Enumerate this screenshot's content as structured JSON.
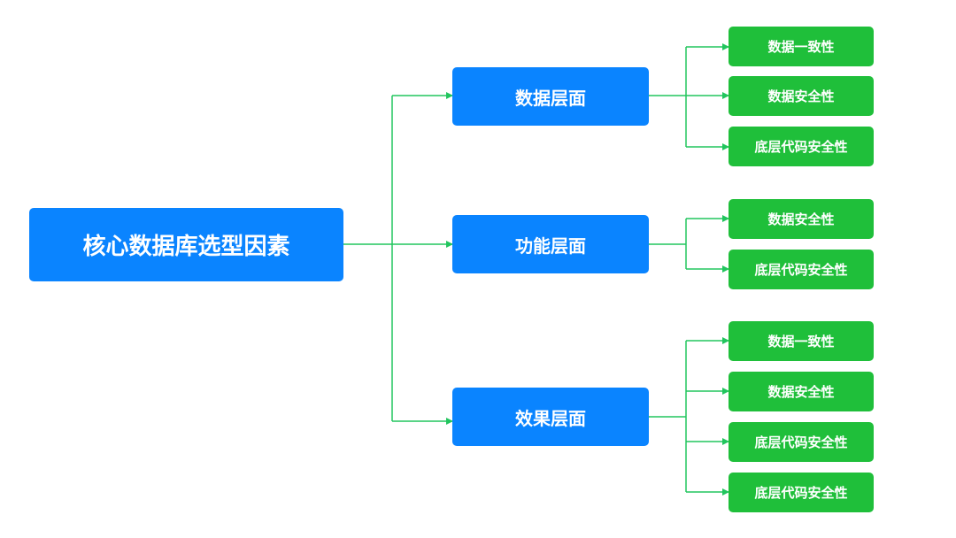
{
  "colors": {
    "primary": "#0a84ff",
    "leaf": "#1fbf3a",
    "connector": "#22c55e",
    "background": "#ffffff"
  },
  "root": {
    "label": "核心数据库选型因素"
  },
  "categories": [
    {
      "label": "数据层面",
      "items": [
        {
          "label": "数据一致性"
        },
        {
          "label": "数据安全性"
        },
        {
          "label": "底层代码安全性"
        }
      ]
    },
    {
      "label": "功能层面",
      "items": [
        {
          "label": "数据安全性"
        },
        {
          "label": "底层代码安全性"
        }
      ]
    },
    {
      "label": "效果层面",
      "items": [
        {
          "label": "数据一致性"
        },
        {
          "label": "数据安全性"
        },
        {
          "label": "底层代码安全性"
        },
        {
          "label": "底层代码安全性"
        }
      ]
    }
  ]
}
